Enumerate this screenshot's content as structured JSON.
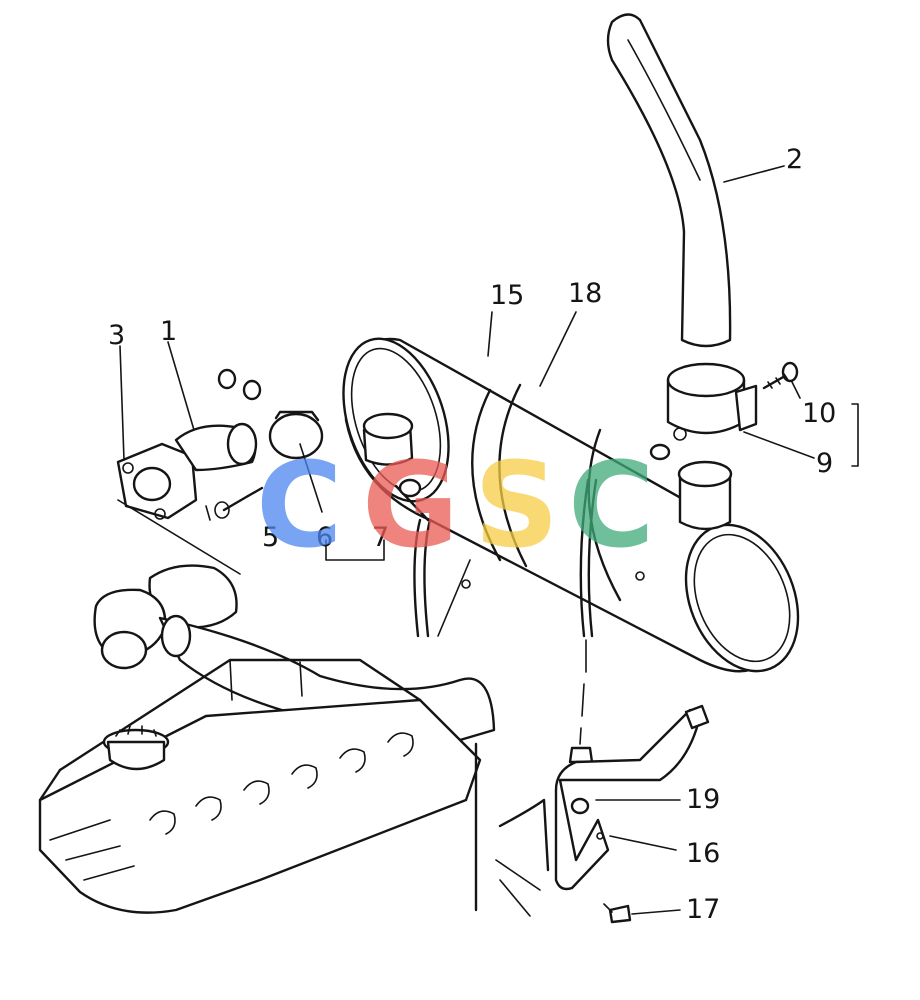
{
  "diagram": {
    "callouts": [
      {
        "id": "c2",
        "label": "2"
      },
      {
        "id": "c15",
        "label": "15"
      },
      {
        "id": "c18",
        "label": "18"
      },
      {
        "id": "c3",
        "label": "3"
      },
      {
        "id": "c1",
        "label": "1"
      },
      {
        "id": "c10",
        "label": "10"
      },
      {
        "id": "c9",
        "label": "9"
      },
      {
        "id": "c5",
        "label": "5"
      },
      {
        "id": "c6",
        "label": "6"
      },
      {
        "id": "c7",
        "label": "7"
      },
      {
        "id": "c19",
        "label": "19"
      },
      {
        "id": "c16",
        "label": "16"
      },
      {
        "id": "c17",
        "label": "17"
      }
    ]
  },
  "watermark": {
    "letters": [
      "C",
      "G",
      "S",
      "C"
    ],
    "colors": [
      "#4b86f0",
      "#ea5b55",
      "#f6cd45",
      "#3faa7a"
    ]
  }
}
